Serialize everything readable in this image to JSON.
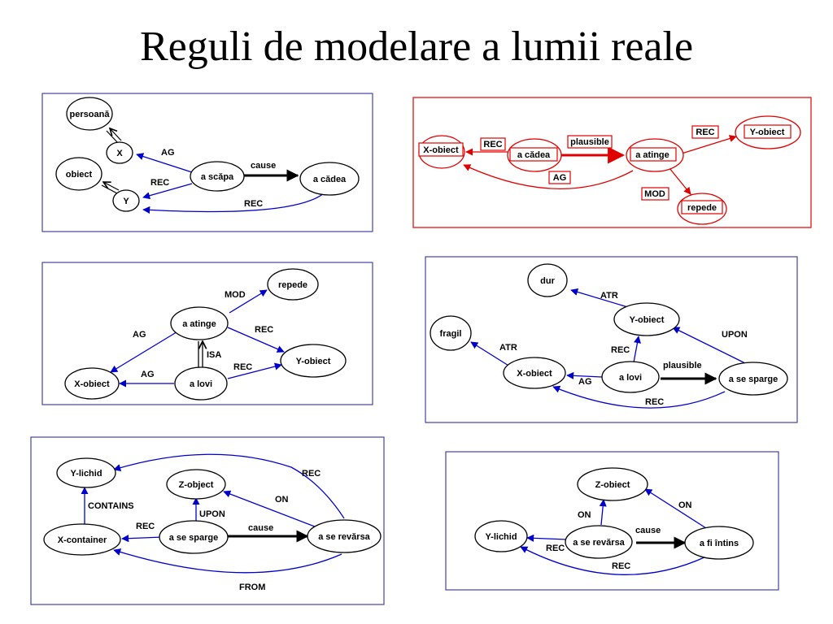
{
  "title": "Reguli de modelare a lumii reale",
  "colors": {
    "blue": "#0000cc",
    "red": "#e00000",
    "black": "#000000",
    "frame": "#4444aa"
  },
  "diagrams": [
    {
      "id": "d1",
      "nodes": {
        "persoana": "persoană",
        "X": "X",
        "obiect": "obiect",
        "Y": "Y",
        "a_scapa": "a scăpa",
        "a_cadea": "a cădea"
      },
      "edges": {
        "AG": "AG",
        "REC1": "REC",
        "cause": "cause",
        "REC2": "REC"
      }
    },
    {
      "id": "d2",
      "nodes": {
        "X_obiect": "X-obiect",
        "a_cadea": "a cădea",
        "a_atinge": "a atinge",
        "Y_obiect": "Y-obiect",
        "repede": "repede"
      },
      "edges": {
        "REC1": "REC",
        "plausible": "plausible",
        "AG": "AG",
        "REC2": "REC",
        "MOD": "MOD"
      }
    },
    {
      "id": "d3",
      "nodes": {
        "repede": "repede",
        "a_atinge": "a atinge",
        "Y_obiect": "Y-obiect",
        "X_obiect": "X-obiect",
        "a_lovi": "a lovi"
      },
      "edges": {
        "MOD": "MOD",
        "AG1": "AG",
        "REC1": "REC",
        "ISA": "ISA",
        "AG2": "AG",
        "REC2": "REC"
      }
    },
    {
      "id": "d4",
      "nodes": {
        "dur": "dur",
        "fragil": "fragil",
        "Y_obiect": "Y-obiect",
        "X_obiect": "X-obiect",
        "a_lovi": "a lovi",
        "a_se_sparge": "a se sparge"
      },
      "edges": {
        "ATR1": "ATR",
        "ATR2": "ATR",
        "UPON": "UPON",
        "REC1": "REC",
        "plausible": "plausible",
        "AG": "AG",
        "REC2": "REC"
      }
    },
    {
      "id": "d5",
      "nodes": {
        "Y_lichid": "Y-lichid",
        "Z_object": "Z-object",
        "X_container": "X-container",
        "a_se_sparge": "a se sparge",
        "a_se_revarsa": "a se revărsa"
      },
      "edges": {
        "REC1": "REC",
        "CONTAINS": "CONTAINS",
        "ON": "ON",
        "UPON": "UPON",
        "REC2": "REC",
        "cause": "cause",
        "FROM": "FROM"
      }
    },
    {
      "id": "d6",
      "nodes": {
        "Z_obiect": "Z-obiect",
        "Y_lichid": "Y-lichid",
        "a_se_revarsa": "a se revărsa",
        "a_fi_intins": "a fi întins"
      },
      "edges": {
        "ON1": "ON",
        "ON2": "ON",
        "cause": "cause",
        "REC1": "REC",
        "REC2": "REC"
      }
    }
  ]
}
